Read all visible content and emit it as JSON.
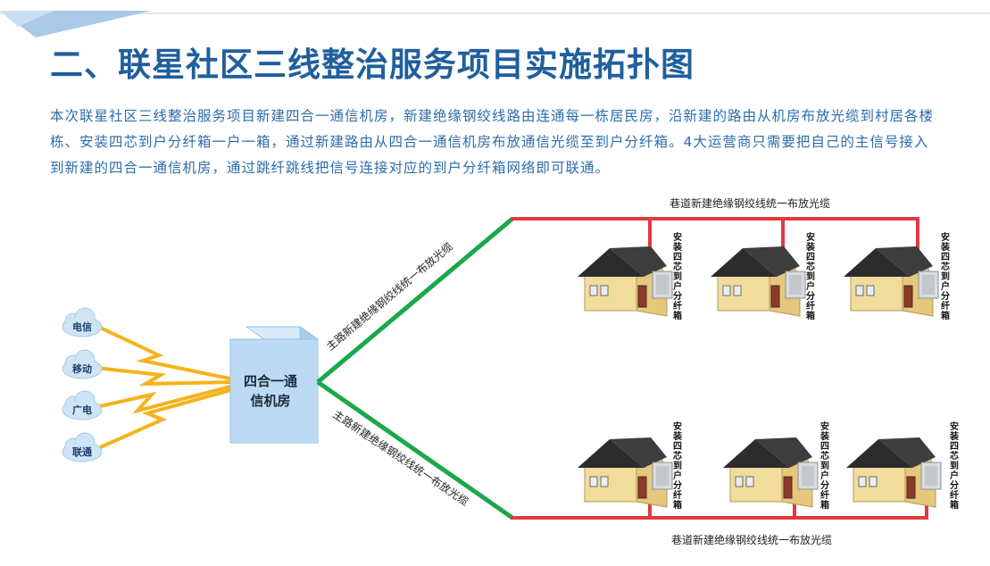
{
  "title": "二、联星社区三线整治服务项目实施拓扑图",
  "intro": "本次联星社区三线整治服务项目新建四合一通信机房，新建绝缘钢绞线路由连通每一栋居民房，沿新建的路由从机房布放光缆到村居各楼栋、安装四芯到户分纤箱一户一箱，通过新建路由从四合一通信机房布放通信光缆至到户分纤箱。4大运营商只需要把自己的主信号接入到新建的四合一通信机房，通过跳纤跳线把信号连接对应的到户分纤箱网络即可联通。",
  "operators": [
    "电信",
    "移动",
    "广电",
    "联通"
  ],
  "machine_room": {
    "line1": "四合一通",
    "line2": "信机房"
  },
  "labels": {
    "main_upper": "主路新建绝缘钢绞线统一布放光缆",
    "main_lower": "主路新建绝缘钢绞线统一布放光缆",
    "lane_top": "巷道新建绝缘钢绞线统一布放光缆",
    "lane_bottom": "巷道新建绝缘钢绞线统一布放光缆"
  },
  "box_label": "安装四芯到户分纤箱",
  "colors": {
    "title": "#1f5f9e",
    "text": "#2d6cab",
    "main_line": "#1aa84a",
    "lane_line": "#e03a3f",
    "lightning": "#f5b21c",
    "cloud": "#cde5f5",
    "machine_room": "#bcdaf3"
  }
}
